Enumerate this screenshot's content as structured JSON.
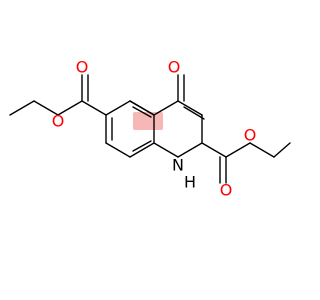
{
  "diagram": {
    "atoms": {
      "carbonyl_oxygen": "O",
      "left_ester_carbonyl_oxygen": "O",
      "left_ester_ether_oxygen": "O",
      "right_ester_carbonyl_oxygen": "O",
      "right_ester_ether_oxygen": "O",
      "ring_nitrogen": "N",
      "nitrogen_hydrogen": "H"
    },
    "colors": {
      "bond": "#000000",
      "oxygen": "#ff0000",
      "nitrogen": "#000000",
      "highlight": "#f4aaaa"
    }
  }
}
